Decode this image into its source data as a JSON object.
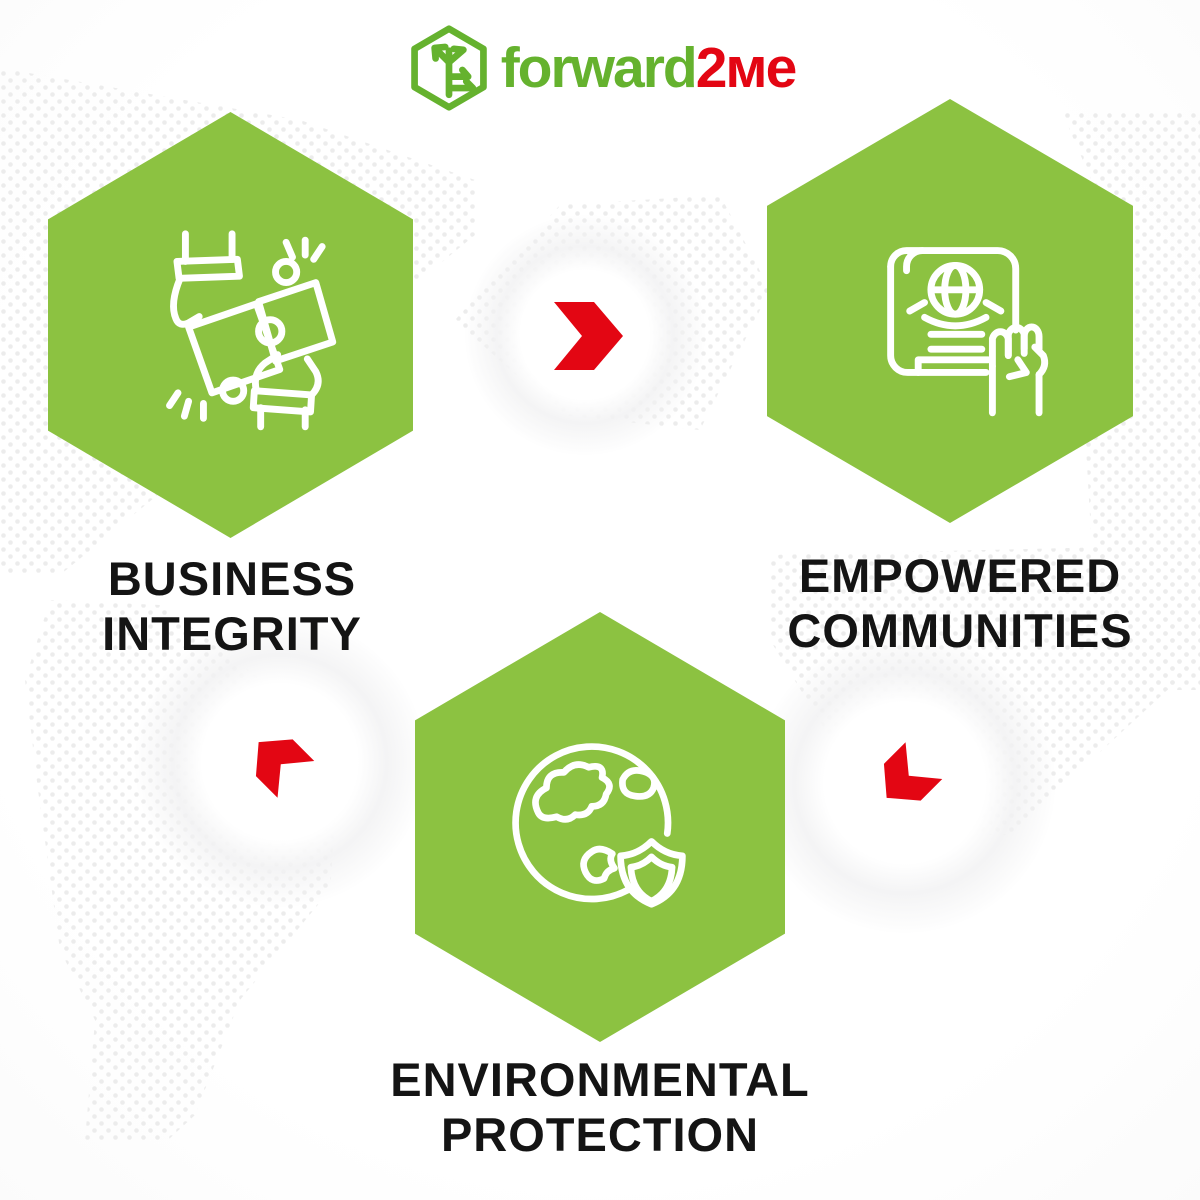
{
  "theme": {
    "hex-green": "#8CC241",
    "logo-green": "#65B22E",
    "brand-red": "#E30613",
    "heading-black": "#141414",
    "dot-gray": "#ECECEC"
  },
  "logo": {
    "brand": "forward2me",
    "text_green": "forward",
    "text_red": "2ме",
    "icon": "hexagon-tree-logo-icon"
  },
  "diagram": {
    "description": "Three-value cycle infographic over a dotted world-map background",
    "nodes": [
      {
        "id": "business-integrity",
        "line1": "BUSINESS",
        "line2": "INTEGRITY",
        "icon": "hands-puzzle-icon"
      },
      {
        "id": "empowered-communities",
        "line1": "EMPOWERED",
        "line2": "COMMUNITIES",
        "icon": "charter-globe-fist-icon"
      },
      {
        "id": "environmental-protection",
        "line1": "ENVIRONMENTAL",
        "line2": "PROTECTION",
        "icon": "earth-shield-icon"
      }
    ],
    "arrows": [
      {
        "id": "arrow-right",
        "direction": "right",
        "from": "business-integrity",
        "to": "empowered-communities"
      },
      {
        "id": "arrow-down-left",
        "direction": "down-left",
        "from": "empowered-communities",
        "to": "environmental-protection"
      },
      {
        "id": "arrow-up-left",
        "direction": "up-left",
        "from": "environmental-protection",
        "to": "business-integrity"
      }
    ]
  }
}
